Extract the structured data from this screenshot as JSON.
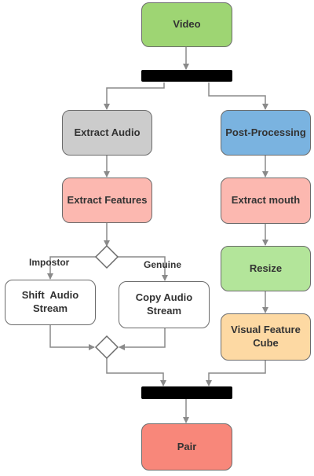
{
  "diagram": {
    "nodes": {
      "video": {
        "label": "Video",
        "color": "#9ed573"
      },
      "extract_audio": {
        "label": "Extract Audio",
        "color": "#cccccc"
      },
      "post_processing": {
        "label": "Post-Processing",
        "color": "#7ab3e0"
      },
      "extract_features": {
        "label": "Extract Features",
        "color": "#fcb8b0"
      },
      "extract_mouth": {
        "label": "Extract mouth",
        "color": "#fcb8b0"
      },
      "resize": {
        "label": "Resize",
        "color": "#b3e59a"
      },
      "visual_feature_cube": {
        "label": "Visual Feature Cube",
        "color": "#fdd9a3"
      },
      "shift_audio_stream": {
        "label": "Shift  Audio Stream",
        "color": "#ffffff"
      },
      "copy_audio_stream": {
        "label": "Copy Audio Stream",
        "color": "#ffffff"
      },
      "pair": {
        "label": "Pair",
        "color": "#f8877a"
      }
    },
    "branch_labels": {
      "impostor": "Impostor",
      "genuine": "Genuine"
    },
    "colors": {
      "edge": "#8a8a8a",
      "bar": "#000000",
      "border": "#6b6b6b"
    }
  }
}
